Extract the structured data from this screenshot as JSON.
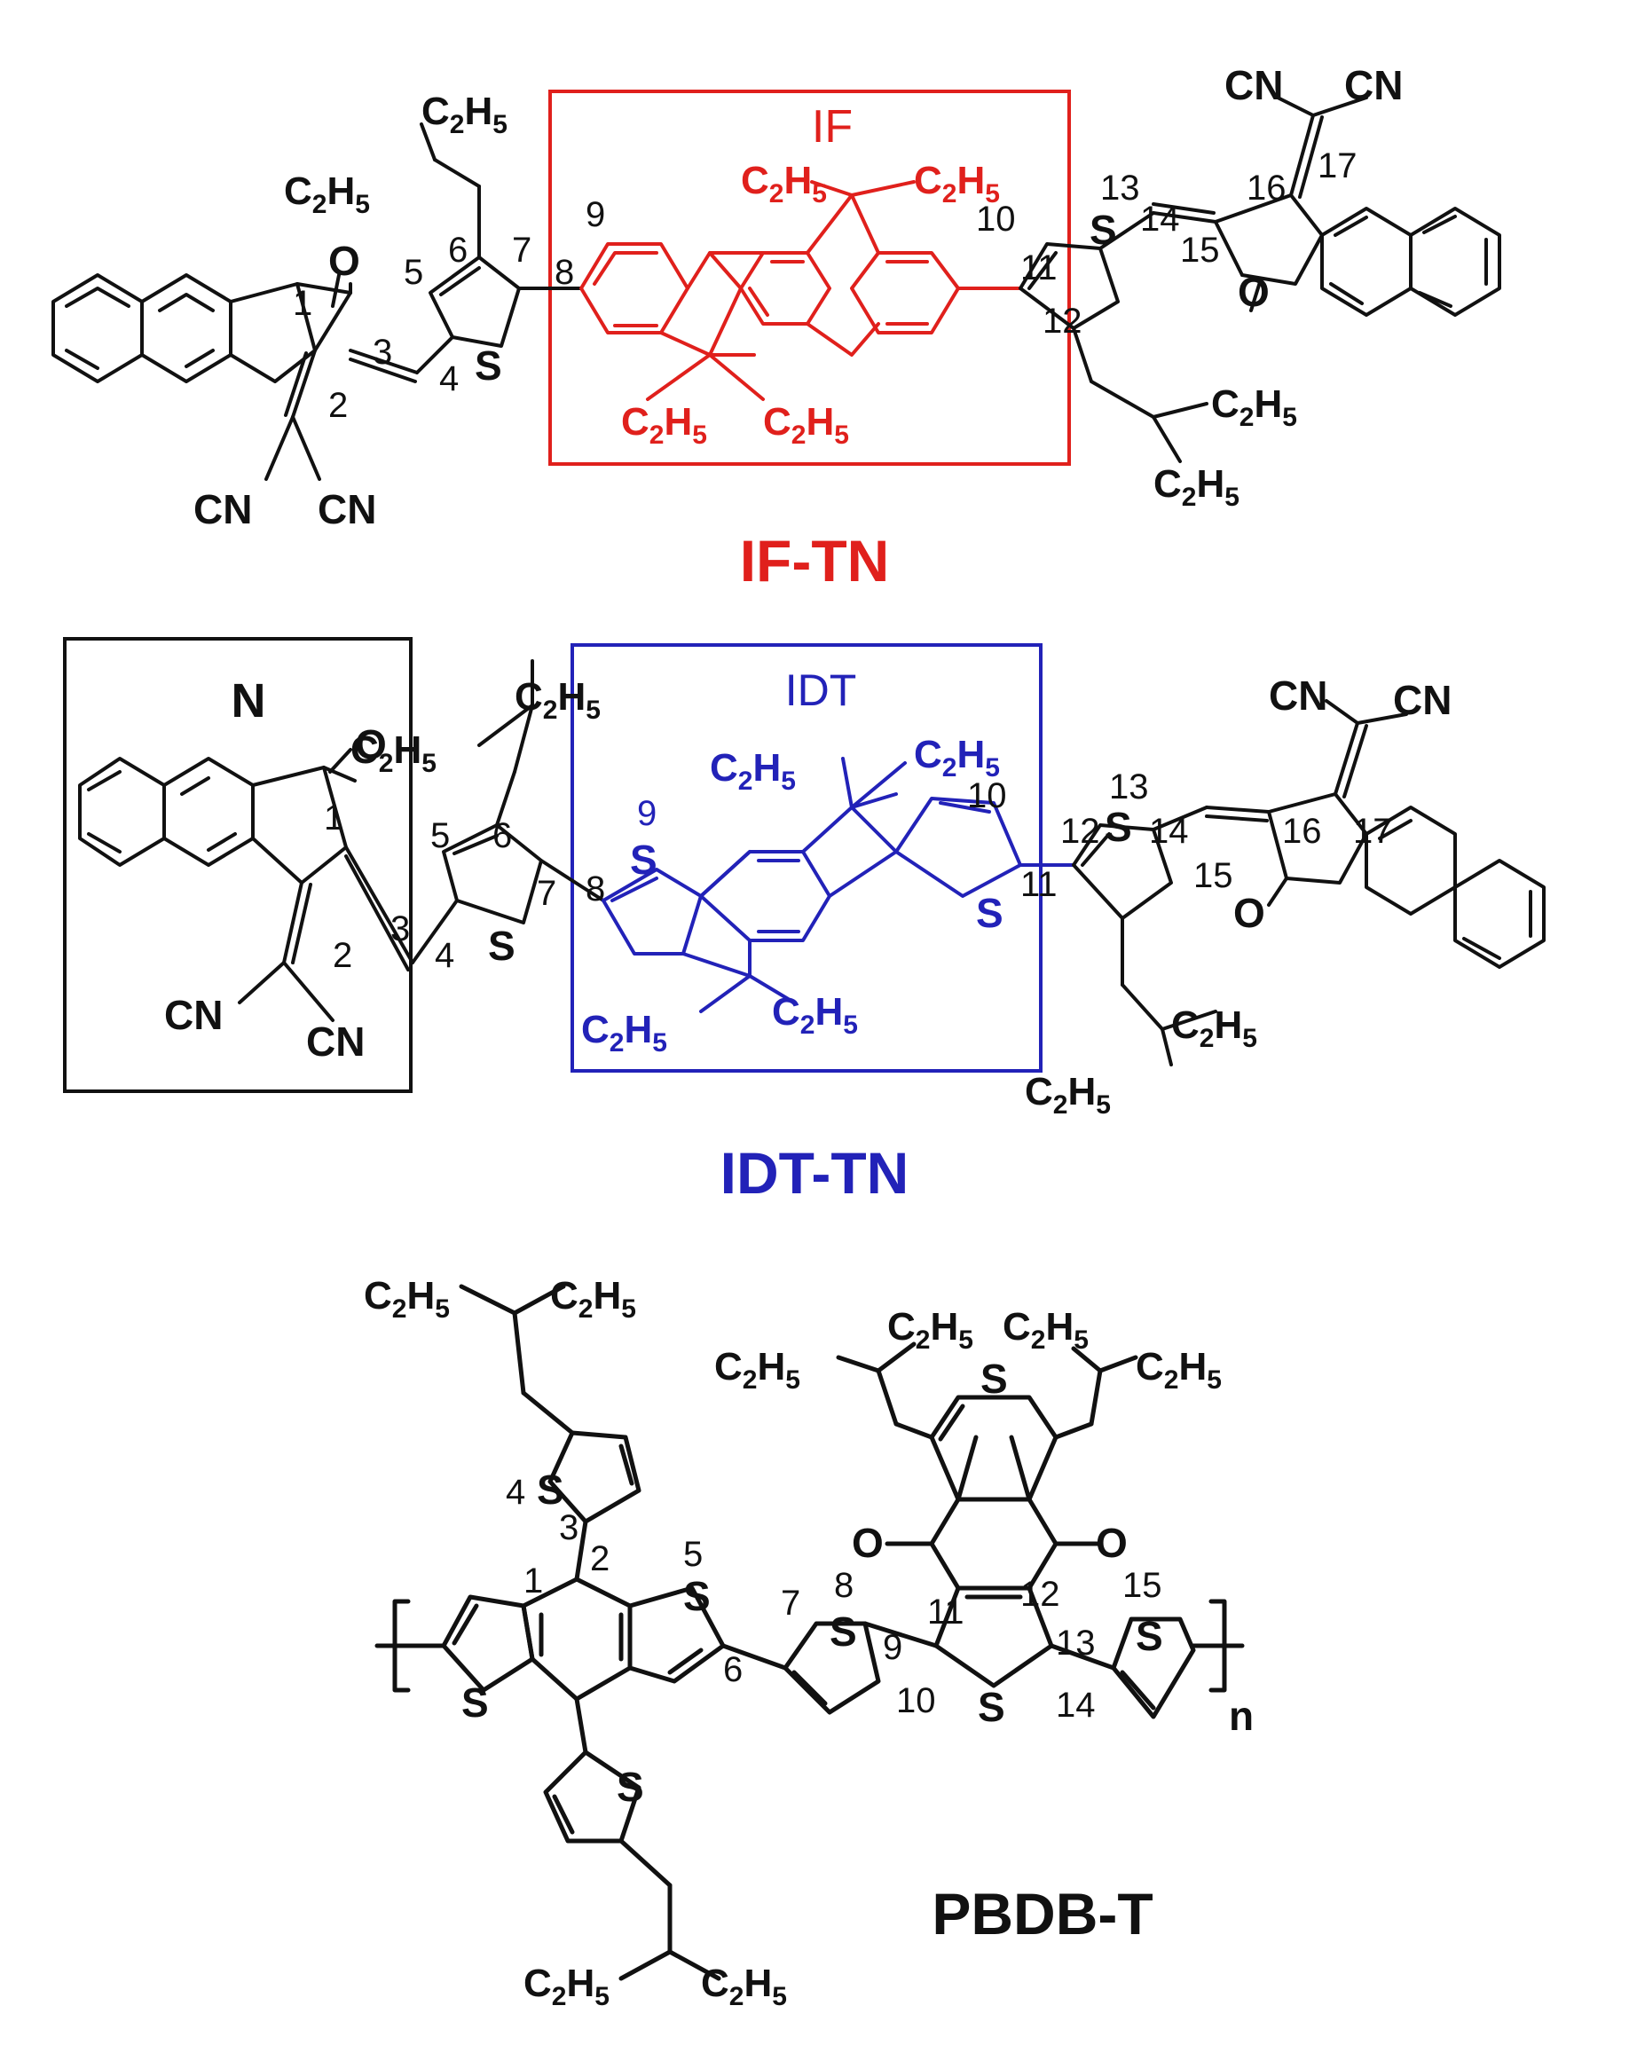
{
  "colors": {
    "black": "#111111",
    "red": "#e0201c",
    "blue": "#2222b8",
    "box_black": "#111111"
  },
  "molecules": {
    "if_tn": {
      "name": "IF-TN",
      "core_label": "IF",
      "core_substituents": [
        "C2H5",
        "C2H5",
        "C2H5",
        "C2H5"
      ],
      "side_chain_substituents": [
        "C2H5",
        "C2H5",
        "C2H5",
        "C2H5"
      ],
      "end_group_atoms": [
        "O",
        "O",
        "CN",
        "CN",
        "CN",
        "CN",
        "S",
        "S"
      ],
      "position_numbers": [
        "1",
        "2",
        "3",
        "4",
        "5",
        "6",
        "7",
        "8",
        "9",
        "10",
        "11",
        "12",
        "13",
        "14",
        "15",
        "16",
        "17"
      ]
    },
    "idt_tn": {
      "name": "IDT-TN",
      "core_label": "IDT",
      "end_group_label": "N",
      "core_substituents": [
        "C2H5",
        "C2H5",
        "C2H5",
        "C2H5"
      ],
      "side_chain_substituents": [
        "C2H5",
        "C2H5",
        "C2H5",
        "C2H5"
      ],
      "end_group_atoms": [
        "O",
        "O",
        "CN",
        "CN",
        "CN",
        "CN",
        "S",
        "S",
        "S",
        "S"
      ],
      "position_numbers": [
        "1",
        "2",
        "3",
        "4",
        "5",
        "6",
        "7",
        "8",
        "9",
        "10",
        "11",
        "12",
        "13",
        "14",
        "15",
        "16",
        "17"
      ]
    },
    "pbdb_t": {
      "name": "PBDB-T",
      "repeat_subscript": "n",
      "substituents": [
        "C2H5",
        "C2H5",
        "C2H5",
        "C2H5",
        "C2H5",
        "C2H5",
        "C2H5",
        "C2H5"
      ],
      "atoms": [
        "S",
        "S",
        "S",
        "S",
        "S",
        "S",
        "S",
        "O",
        "O"
      ],
      "position_numbers": [
        "1",
        "2",
        "3",
        "4",
        "5",
        "6",
        "7",
        "8",
        "9",
        "10",
        "11",
        "12",
        "13",
        "14",
        "15"
      ]
    }
  }
}
